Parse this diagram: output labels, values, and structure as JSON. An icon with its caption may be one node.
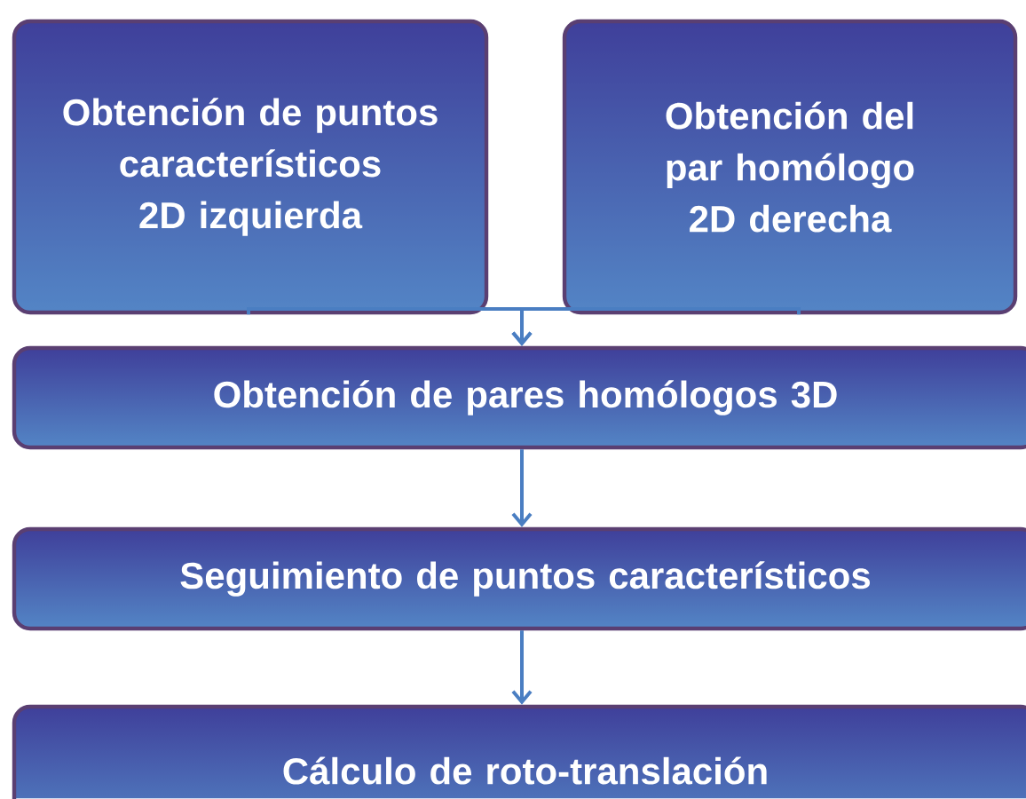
{
  "diagram": {
    "nodes": [
      {
        "text": [
          "Obtención de puntos característicos 2D izquierda"
        ]
      },
      {
        "text": [
          "Obtención del par homólogo 2D derecha"
        ]
      },
      {
        "text": [
          "Obtención de pares homólogos 3D"
        ]
      },
      {
        "text": [
          "Seguimiento de puntos característicos"
        ]
      },
      {
        "text": [
          "Cálculo de roto-translación"
        ]
      }
    ],
    "edges": [
      {
        "from": 0,
        "to": 2,
        "arrow": "to"
      },
      {
        "from": 1,
        "to": 2,
        "arrow": "to"
      },
      {
        "from": 2,
        "to": 3,
        "arrow": "to"
      },
      {
        "from": 3,
        "to": 4,
        "arrow": "to"
      }
    ]
  }
}
